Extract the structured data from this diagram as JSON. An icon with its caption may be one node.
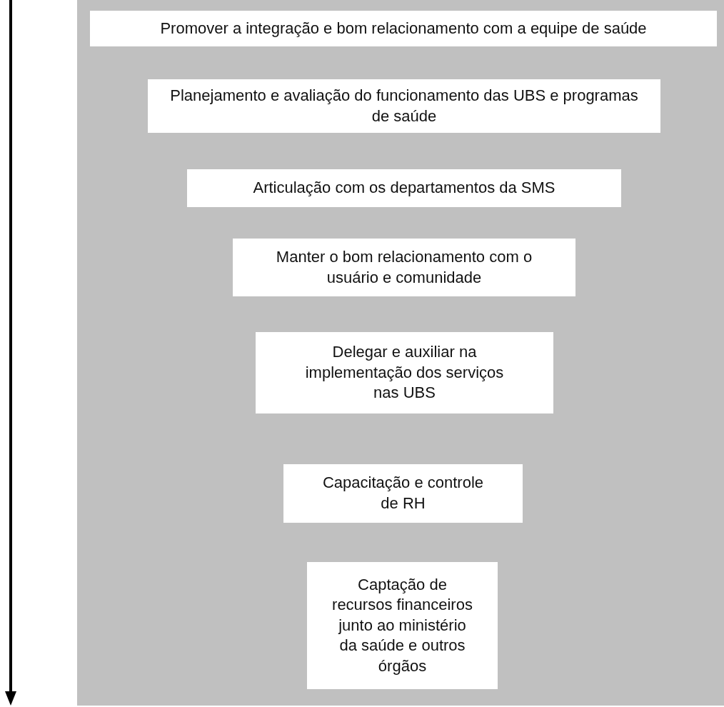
{
  "diagram": {
    "nodes": [
      {
        "text": [],
        "shape": "box"
      },
      {
        "text": [
          "Promover a integração e bom relacionamento com a equipe de saúde"
        ],
        "in": 0
      },
      {
        "text": [
          "Planejamento e avaliação do funcionamento das UBS e programas de saúde"
        ],
        "in": 0
      },
      {
        "text": [
          "Articulação com os departamentos da SMS"
        ],
        "in": 0
      },
      {
        "text": [
          "Manter o bom relacionamento com o usuário e comunidade"
        ],
        "in": 0
      },
      {
        "text": [
          "Delegar e auxiliar na implementação dos serviços nas UBS"
        ],
        "in": 0
      },
      {
        "text": [
          "Capacitação e controle de RH"
        ],
        "in": 0
      },
      {
        "text": [
          "Captação de recursos financeiros junto ao ministério da saúde e outros órgãos"
        ],
        "in": 0
      }
    ],
    "edges": []
  }
}
